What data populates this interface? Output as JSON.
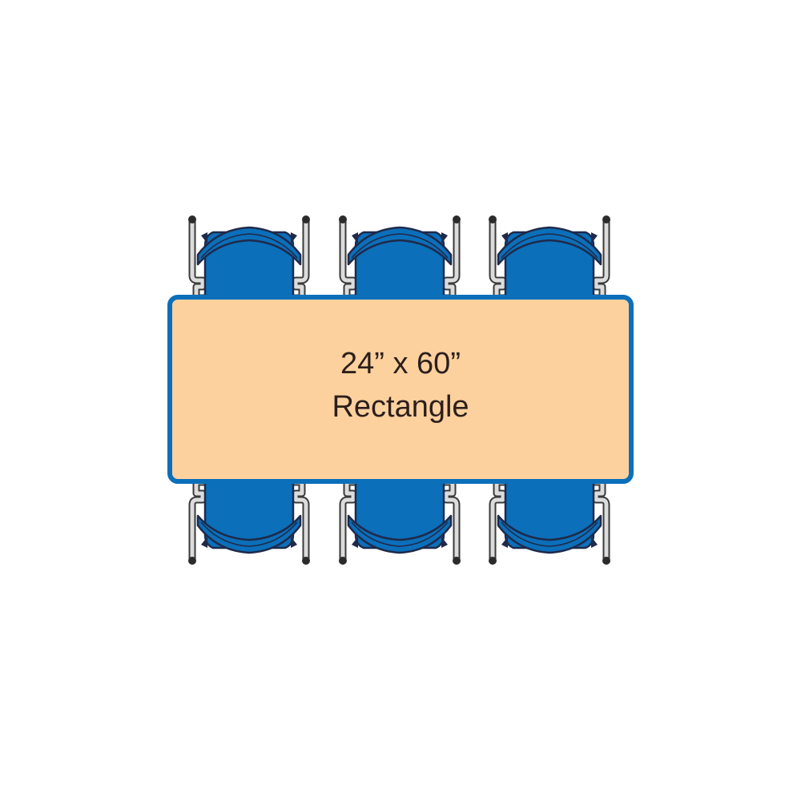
{
  "table": {
    "size_label": "24” x 60”",
    "shape_label": "Rectangle"
  },
  "chairs": {
    "top_row_count": 3,
    "bottom_row_count": 3
  },
  "colors": {
    "table_fill": "#fdd19e",
    "table_border": "#0b6fba",
    "chair_fill": "#0b6fba",
    "chair_outline": "#1f2a4a",
    "frame_fill": "#dcdcdc",
    "frame_outline": "#3a3a3a"
  }
}
